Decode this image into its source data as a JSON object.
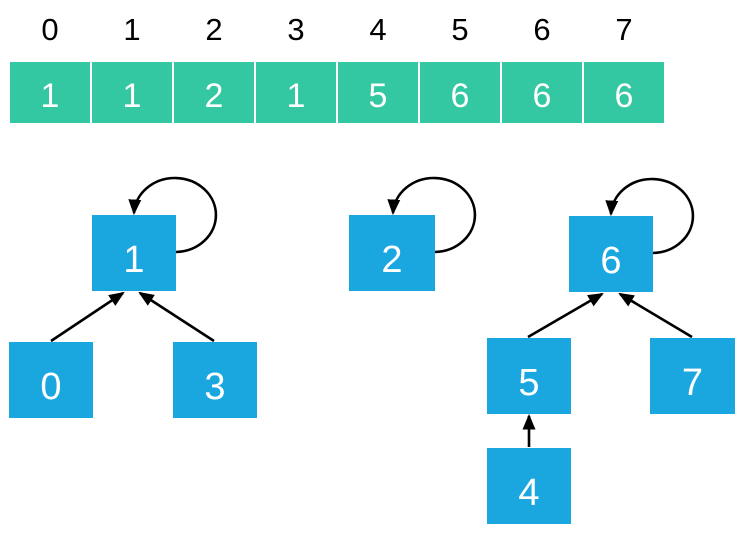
{
  "array": {
    "cells": [
      {
        "index": "0",
        "value": "1"
      },
      {
        "index": "1",
        "value": "1"
      },
      {
        "index": "2",
        "value": "2"
      },
      {
        "index": "3",
        "value": "1"
      },
      {
        "index": "4",
        "value": "5"
      },
      {
        "index": "5",
        "value": "6"
      },
      {
        "index": "6",
        "value": "6"
      },
      {
        "index": "7",
        "value": "6"
      }
    ]
  },
  "trees": {
    "nodes": [
      {
        "label": "0",
        "parent": "1",
        "self_loop": false
      },
      {
        "label": "1",
        "parent": "1",
        "self_loop": true
      },
      {
        "label": "2",
        "parent": "2",
        "self_loop": true
      },
      {
        "label": "3",
        "parent": "1",
        "self_loop": false
      },
      {
        "label": "4",
        "parent": "5",
        "self_loop": false
      },
      {
        "label": "5",
        "parent": "6",
        "self_loop": false
      },
      {
        "label": "6",
        "parent": "6",
        "self_loop": true
      },
      {
        "label": "7",
        "parent": "6",
        "self_loop": false
      }
    ]
  },
  "colors": {
    "array_cell_fill": "#33C7A2",
    "node_fill": "#1AA7E0",
    "value_text": "#FFFFFF",
    "index_text": "#000000",
    "edge_stroke": "#000000",
    "background": "#FFFFFF"
  }
}
